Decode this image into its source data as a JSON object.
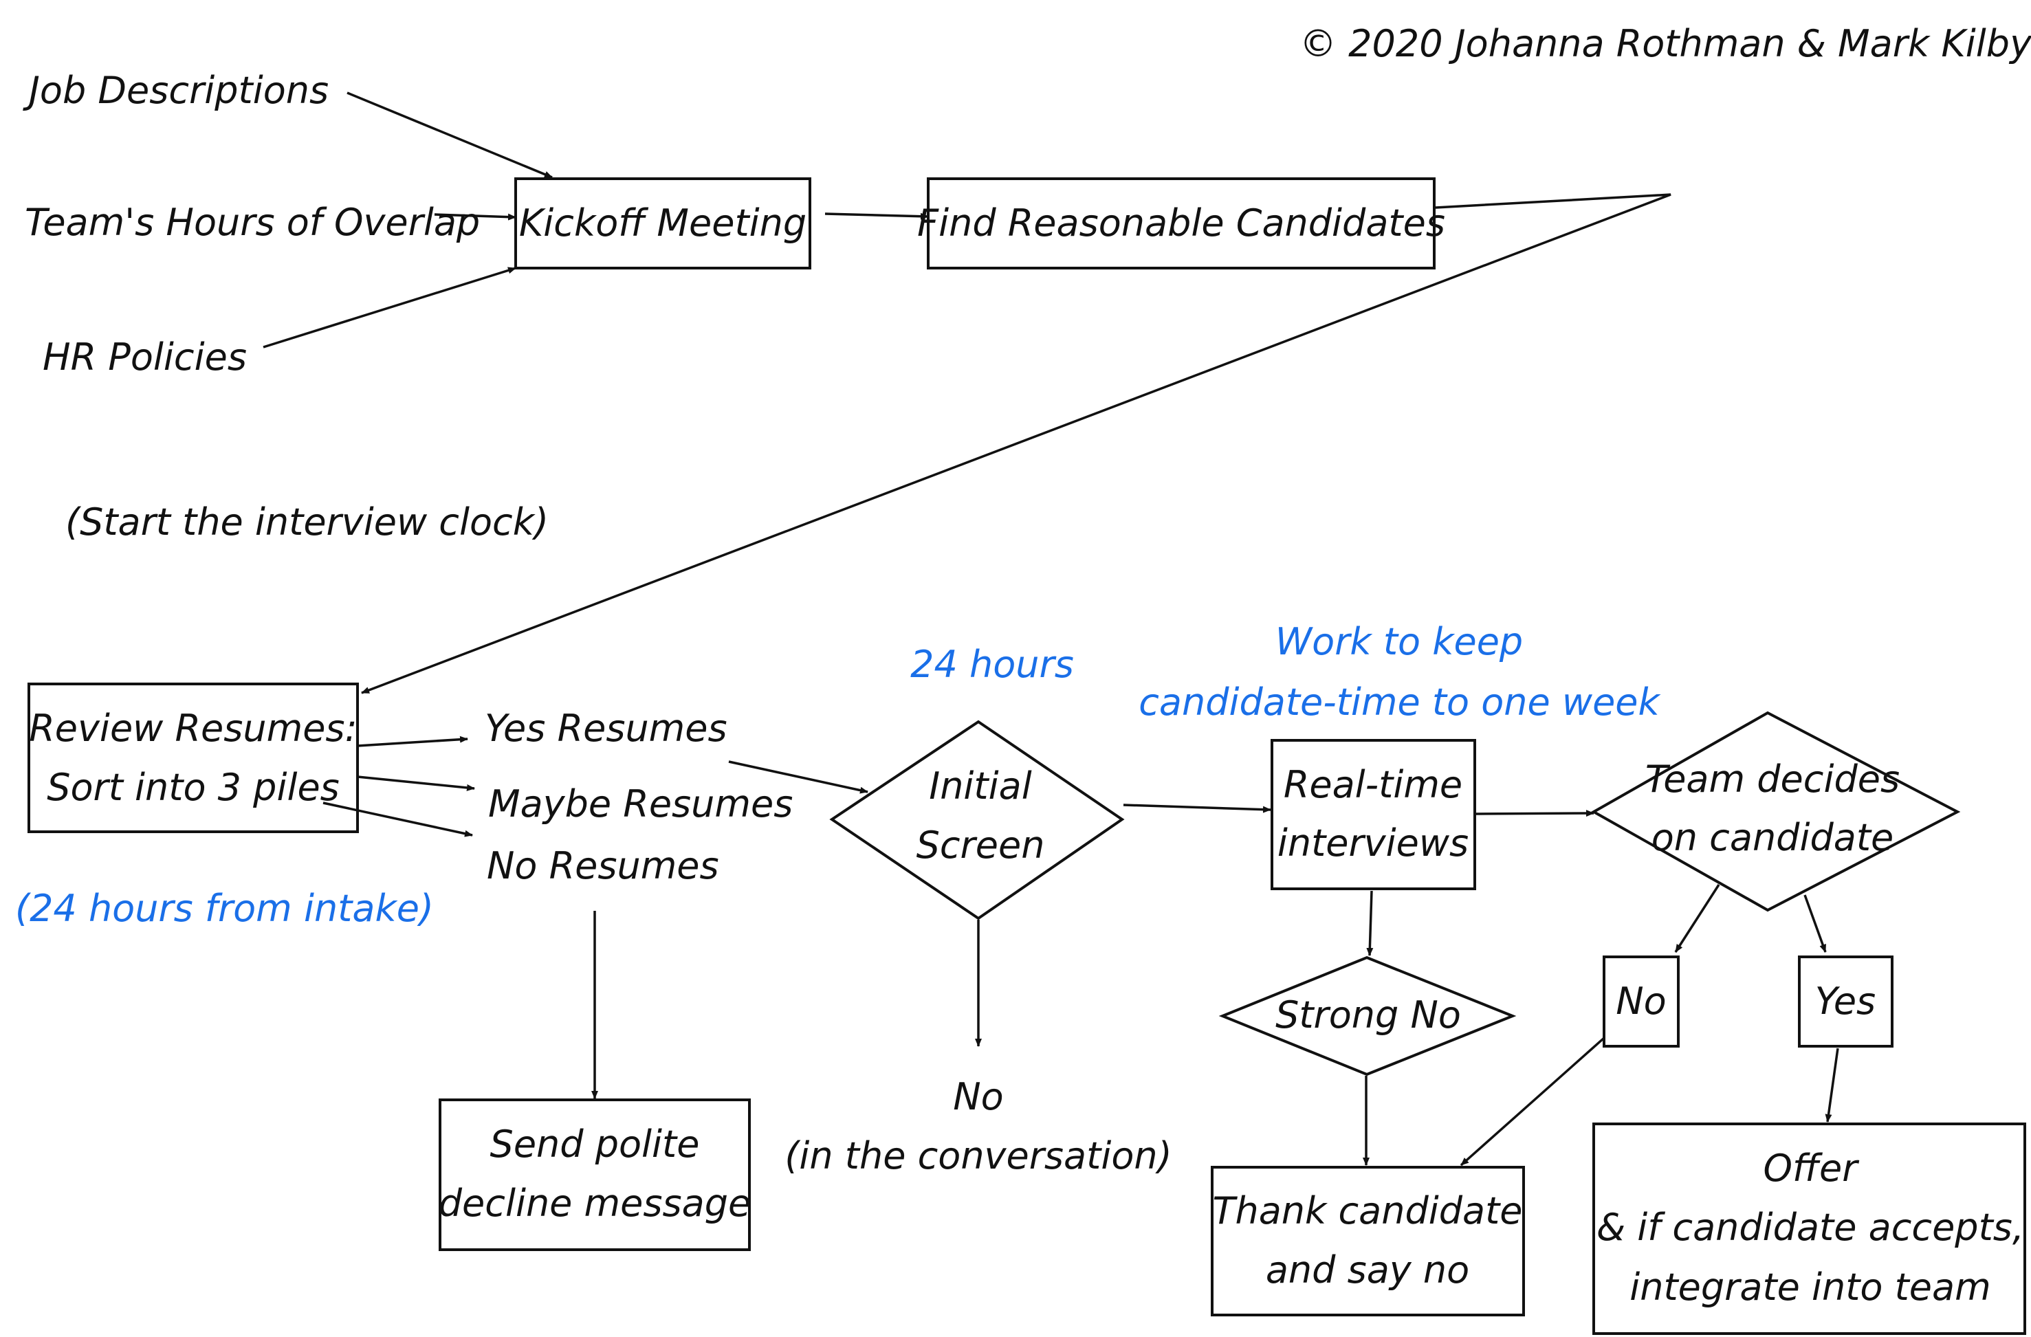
{
  "copyright": "© 2020 Johanna Rothman & Mark Kilby",
  "inputs": {
    "job_descriptions": "Job Descriptions",
    "team_overlap": "Team's Hours of Overlap",
    "hr_policies": "HR Policies"
  },
  "kickoff": "Kickoff Meeting",
  "find_candidates": "Find Reasonable Candidates",
  "start_clock": "(Start the interview clock)",
  "review": {
    "line1": "Review Resumes:",
    "line2": "Sort into 3 piles"
  },
  "review_time": "(24 hours from intake)",
  "piles": {
    "yes": "Yes Resumes",
    "maybe": "Maybe Resumes",
    "no": "No Resumes"
  },
  "decline": {
    "line1": "Send polite",
    "line2": "decline message"
  },
  "screen_time": "24 hours",
  "screen": {
    "line1": "Initial",
    "line2": "Screen"
  },
  "screen_no": {
    "line1": "No",
    "line2": "(in the conversation)"
  },
  "week_note": {
    "line1": "Work to keep",
    "line2": "candidate-time to one week"
  },
  "interviews": {
    "line1": "Real-time",
    "line2": "interviews"
  },
  "strong_no": "Strong No",
  "thank": {
    "line1": "Thank candidate",
    "line2": "and say no"
  },
  "team_decides": {
    "line1": "Team decides",
    "line2": "on candidate"
  },
  "decision_no": "No",
  "decision_yes": "Yes",
  "offer": {
    "line1": "Offer",
    "line2": "& if candidate accepts,",
    "line3": "integrate into team"
  },
  "colors": {
    "ink": "#111111",
    "note": "#1a6fe8"
  }
}
